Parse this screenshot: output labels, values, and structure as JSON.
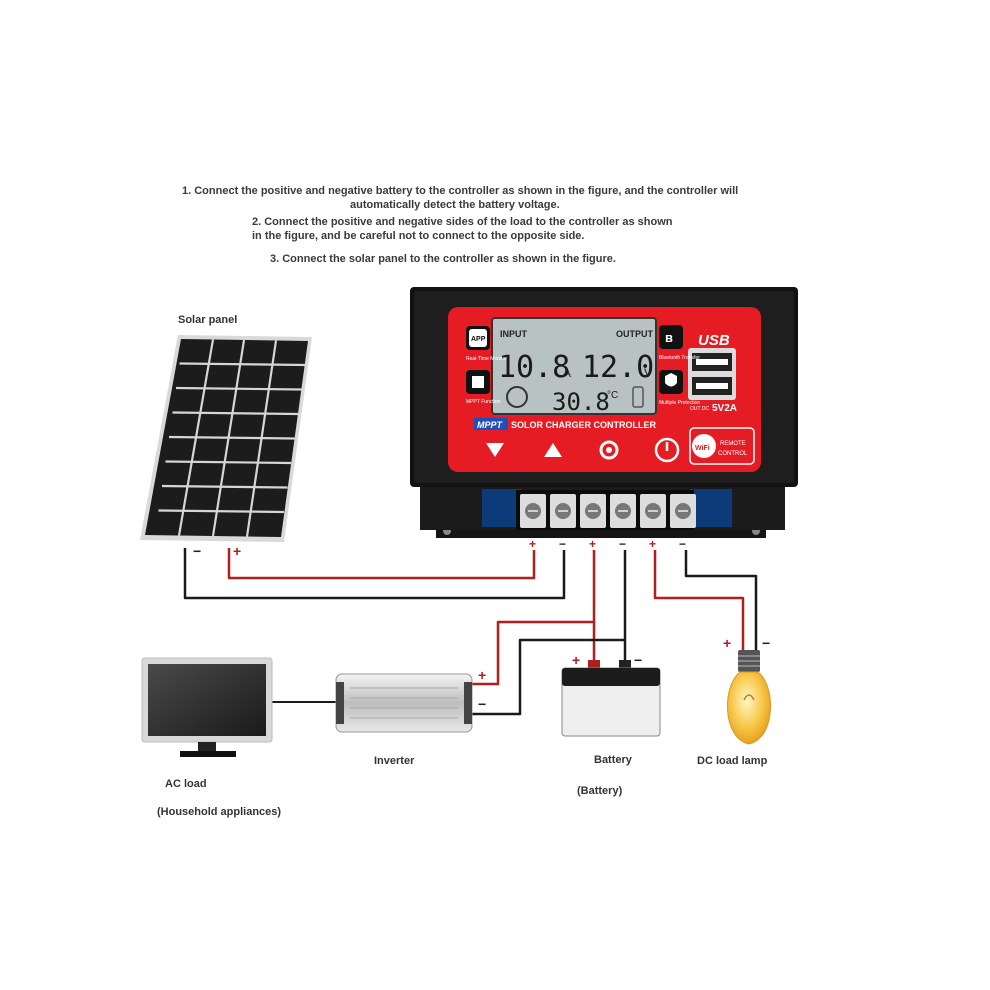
{
  "instructions": {
    "line1a": "1. Connect the positive and negative battery to the controller as shown in the figure, and the controller will",
    "line1b": "automatically detect the battery voltage.",
    "line2a": "2. Connect the positive and negative sides of the load to the controller as shown",
    "line2b": "in the figure, and be careful not to connect to the opposite side.",
    "line3": "3. Connect the solar panel to the controller as shown in the figure."
  },
  "labels": {
    "solar_panel": "Solar panel",
    "ac_load": "AC load",
    "household": "(Household appliances)",
    "inverter": "Inverter",
    "battery": "Battery",
    "battery_paren": "(Battery)",
    "dc_lamp": "DC load lamp"
  },
  "controller": {
    "input_label": "INPUT",
    "output_label": "OUTPUT",
    "input_current": "10.8",
    "current_unit": "A",
    "output_voltage": "12.0",
    "voltage_unit": "V",
    "temperature": "30.8",
    "temp_unit": "°C",
    "mppt_badge": "MPPT",
    "product_name": "SOLOR CHARGER CONTROLLER",
    "app_icon_text": "APP",
    "app_caption": "Real-Time Monitor",
    "mppt_caption": "MPPT Function",
    "bt_caption": "Bluetooth Transfer",
    "protect_caption": "Multiple Protection",
    "usb_label": "USB",
    "usb_rating": "5V2A",
    "out_dc": "OUT DC",
    "remote_label_1": "REMOTE",
    "remote_label_2": "CONTROL",
    "wifi_text": "WiFi",
    "terminal_signs": [
      "+",
      "−",
      "+",
      "−",
      "+",
      "−"
    ]
  },
  "polarity": {
    "panel_minus": "−",
    "panel_plus": "+",
    "inverter_plus": "+",
    "inverter_minus": "−",
    "battery_plus": "+",
    "battery_minus": "−",
    "lamp_plus": "+",
    "lamp_minus": "−"
  },
  "colors": {
    "wire_positive": "#b01e1e",
    "wire_negative": "#1a1a1a",
    "controller_red": "#e51c24",
    "lcd_bg": "#b9c2c2"
  }
}
